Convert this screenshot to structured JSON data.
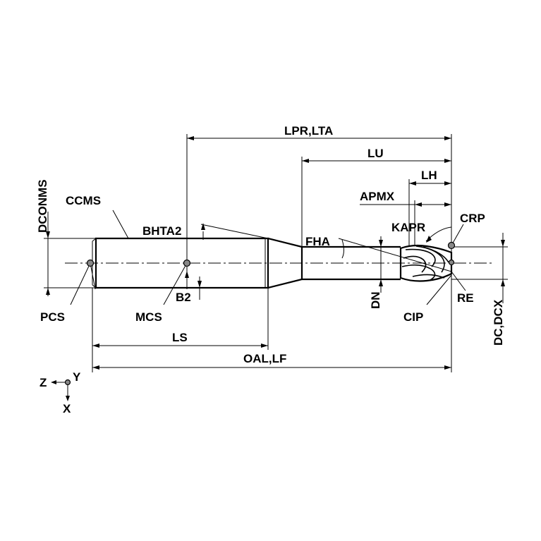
{
  "labels": {
    "lpr_lta": "LPR,LTA",
    "lu": "LU",
    "lh": "LH",
    "apmx": "APMX",
    "kapr": "KAPR",
    "crp": "CRP",
    "dconms": "DCONMS",
    "ccms": "CCMS",
    "bhta2": "BHTA2",
    "fha": "FHA",
    "pcs": "PCS",
    "mcs": "MCS",
    "b2": "B2",
    "dn": "DN",
    "cip": "CIP",
    "re": "RE",
    "dc_dcx": "DC,DCX",
    "ls": "LS",
    "oal_lf": "OAL,LF",
    "axis_z": "Z",
    "axis_y": "Y",
    "axis_x": "X"
  }
}
